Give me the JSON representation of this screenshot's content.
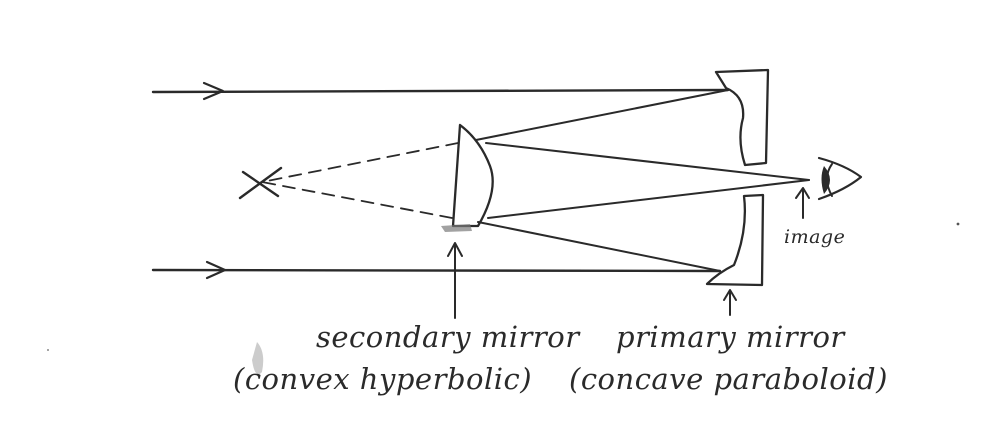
{
  "labels": {
    "secondary_line1": "secondary mirror",
    "secondary_line2": "(convex hyperbolic)",
    "primary_line1": "primary mirror",
    "primary_line2": "(concave paraboloid)",
    "image": "image"
  },
  "colors": {
    "ink": "#2a2a2a",
    "background": "#ffffff"
  }
}
